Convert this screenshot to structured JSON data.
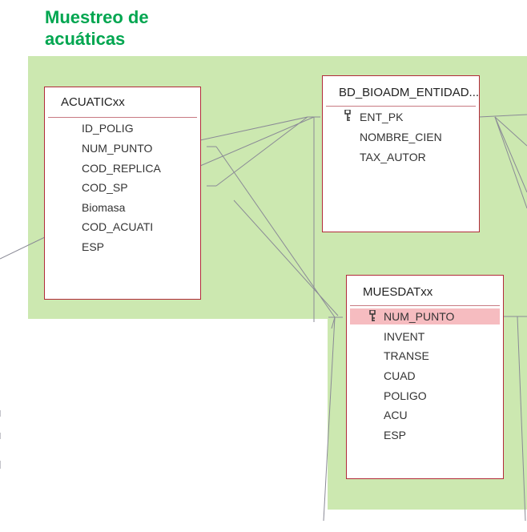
{
  "title": {
    "line1": "Muestreo de",
    "line2": "acuáticas"
  },
  "colors": {
    "title": "#00a650",
    "panel": "#cce8b0",
    "border": "#b22a3a",
    "key_highlight": "#f6bcc0"
  },
  "tables": {
    "acuatic": {
      "name": "ACUATICxx",
      "fields": [
        "ID_POLIG",
        "NUM_PUNTO",
        "COD_REPLICA",
        "COD_SP",
        "Biomasa",
        "COD_ACUATI",
        "ESP"
      ]
    },
    "bioadm": {
      "name": "BD_BIOADM_ENTIDAD...",
      "fields": [
        "ENT_PK",
        "NOMBRE_CIEN",
        "TAX_AUTOR"
      ],
      "key_icon": "key-icon"
    },
    "muesdat": {
      "name": "MUESDATxx",
      "fields": [
        "NUM_PUNTO",
        "INVENT",
        "TRANSE",
        "CUAD",
        "POLIGO",
        "ACU",
        "ESP"
      ],
      "key_icon": "key-icon"
    }
  }
}
